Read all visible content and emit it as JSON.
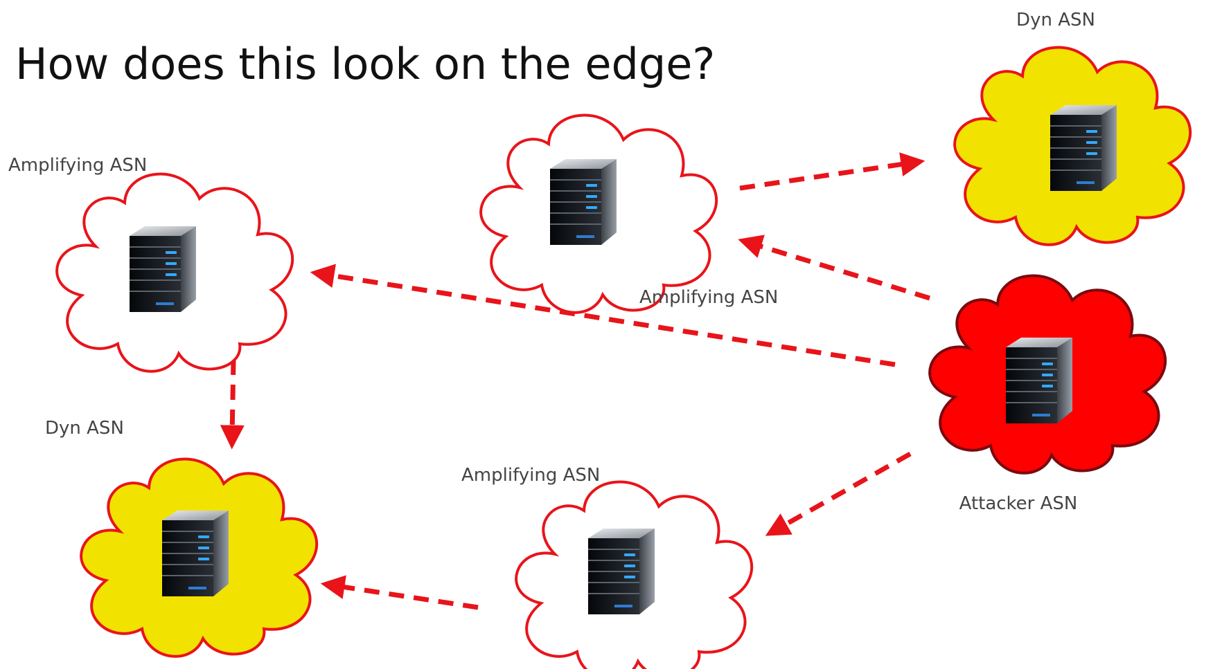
{
  "slide": {
    "title": "How does this look on the edge?"
  },
  "colors": {
    "arrow": "#e8141a",
    "outline": "#e8141a",
    "victim_fill": "#f2e200",
    "attacker_fill": "#ff0000",
    "attacker_outline": "#7a0a10",
    "amplifier_fill": "#ffffff",
    "label": "#444444"
  },
  "icons": {
    "node": "server-icon"
  },
  "nodes": {
    "dyn_top": {
      "label": "Dyn ASN",
      "role": "target"
    },
    "amp_left": {
      "label": "Amplifying ASN",
      "role": "amplifier"
    },
    "amp_center": {
      "label": "Amplifying ASN",
      "role": "amplifier"
    },
    "attacker": {
      "label": "Attacker ASN",
      "role": "attacker"
    },
    "dyn_bottom": {
      "label": "Dyn ASN",
      "role": "target"
    },
    "amp_bottom": {
      "label": "Amplifying ASN",
      "role": "amplifier"
    }
  }
}
